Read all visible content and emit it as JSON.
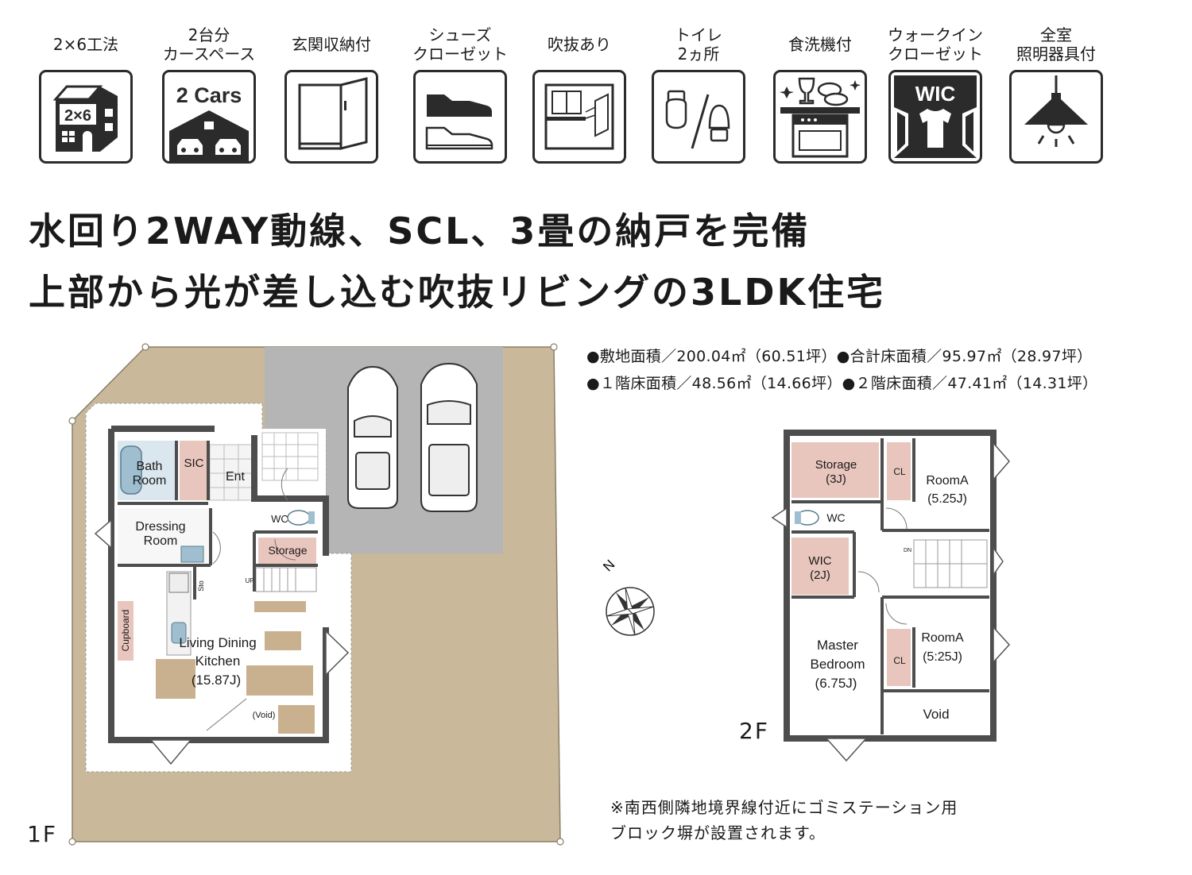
{
  "features": [
    {
      "label": "2×6工法",
      "icon": "two-by-six-house-icon",
      "badge": "2×6"
    },
    {
      "label": "2台分\nカースペース",
      "icon": "two-cars-garage-icon",
      "badge": "2 Cars"
    },
    {
      "label": "玄関収納付",
      "icon": "entrance-cabinet-icon"
    },
    {
      "label": "シューズ\nクローゼット",
      "icon": "shoes-closet-icon"
    },
    {
      "label": "吹抜あり",
      "icon": "atrium-window-icon"
    },
    {
      "label": "トイレ\n2ヵ所",
      "icon": "two-toilets-icon"
    },
    {
      "label": "食洗機付",
      "icon": "dishwasher-icon"
    },
    {
      "label": "ウォークイン\nクローゼット",
      "icon": "walk-in-closet-icon",
      "badge": "WIC"
    },
    {
      "label": "全室\n照明器具付",
      "icon": "pendant-light-icon"
    }
  ],
  "headline": {
    "line1": "水回り2WAY動線、SCL、3畳の納戸を完備",
    "line2": "上部から光が差し込む吹抜リビングの3LDK住宅"
  },
  "specs": {
    "line1": "●敷地面積／200.04㎡（60.51坪）●合計床面積／95.97㎡（28.97坪）",
    "line2": "●１階床面積／48.56㎡（14.66坪）●２階床面積／47.41㎡（14.31坪）"
  },
  "note": {
    "line1": "※南西側隣地境界線付近にゴミステーション用",
    "line2": "ブロック塀が設置されます。"
  },
  "floor1": {
    "label": "1F",
    "rooms": {
      "bath_1": "Bath",
      "bath_2": "Room",
      "sic": "SIC",
      "ent": "Ent",
      "dressing_1": "Dressing",
      "dressing_2": "Room",
      "wc": "WC",
      "storage": "Storage",
      "up": "UP",
      "sto": "Sto",
      "cupboard": "Cupboard",
      "ldk_1": "Living Dining",
      "ldk_2": "Kitchen",
      "ldk_3": "(15.87J)",
      "void": "(Void)"
    }
  },
  "floor2": {
    "label": "2F",
    "rooms": {
      "storage_1": "Storage",
      "storage_2": "(3J)",
      "cl_a": "CL",
      "rooma1_1": "RoomA",
      "rooma1_2": "(5.25J)",
      "wc": "WC",
      "dn": "DN",
      "wic_1": "WIC",
      "wic_2": "(2J)",
      "master_1": "Master",
      "master_2": "Bedroom",
      "master_3": "(6.75J)",
      "cl_b": "CL",
      "rooma2_1": "RoomA",
      "rooma2_2": "(5:25J)",
      "void": "Void"
    }
  },
  "compass": {
    "north": "N"
  },
  "colors": {
    "site": "#c9b99a",
    "parking": "#b5b5b5",
    "accent_room": "#e9c6bd",
    "wall": "#4d4d4d",
    "furniture": "#c9b18f",
    "tile": "#dbe7ee",
    "text": "#1a1a1a"
  }
}
